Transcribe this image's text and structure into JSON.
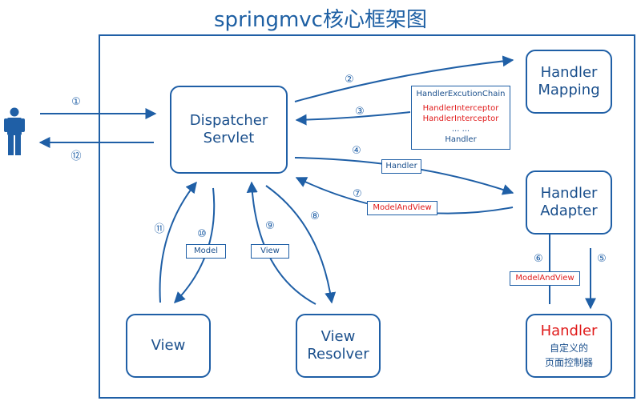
{
  "title": "springmvc核心框架图",
  "nodes": {
    "dispatcher": [
      "Dispatcher",
      "Servlet"
    ],
    "handler_mapping": [
      "Handler",
      "Mapping"
    ],
    "handler_adapter": [
      "Handler",
      "Adapter"
    ],
    "view": "View",
    "view_resolver": [
      "View",
      "Resolver"
    ],
    "handler": {
      "title": "Handler",
      "line1": "自定义的",
      "line2": "页面控制器"
    }
  },
  "execution_chain": {
    "title": "HandlerExcutionChain",
    "interceptor1": "HandlerInterceptor",
    "interceptor2": "HandlerInterceptor",
    "ellipsis": "... ...",
    "handler": "Handler"
  },
  "labels": {
    "handler": "Handler",
    "model_and_view_7": "ModelAndView",
    "model_and_view_6": "ModelAndView",
    "model": "Model",
    "view": "View"
  },
  "steps": {
    "s1": "①",
    "s2": "②",
    "s3": "③",
    "s4": "④",
    "s5": "⑤",
    "s6": "⑥",
    "s7": "⑦",
    "s8": "⑧",
    "s9": "⑨",
    "s10": "⑩",
    "s11": "⑪",
    "s12": "⑫"
  },
  "colors": {
    "primary": "#1f5fa6",
    "accent_red": "#e01b1b"
  },
  "icons": {
    "user": "user-figure-icon"
  }
}
